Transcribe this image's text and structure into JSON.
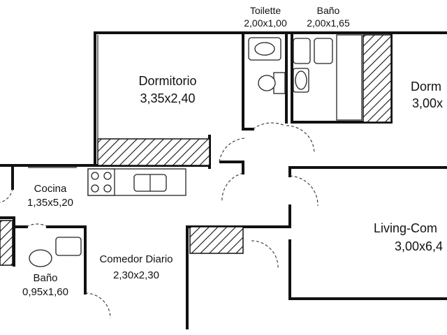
{
  "rooms": [
    {
      "name": "Toilette",
      "size": "2,00x1,00"
    },
    {
      "name": "Baño",
      "size": "2,00x1,65"
    },
    {
      "name": "Dormitorio",
      "size": "3,35x2,40"
    },
    {
      "name": "Dorm",
      "size": "3,00x"
    },
    {
      "name": "Cocina",
      "size": "1,35x5,20"
    },
    {
      "name": "Living-Com",
      "size": "3,00x6,4"
    },
    {
      "name": "Comedor Diario",
      "size": "2,30x2,30"
    },
    {
      "name": "Baño",
      "size": "0,95x1,60"
    }
  ]
}
